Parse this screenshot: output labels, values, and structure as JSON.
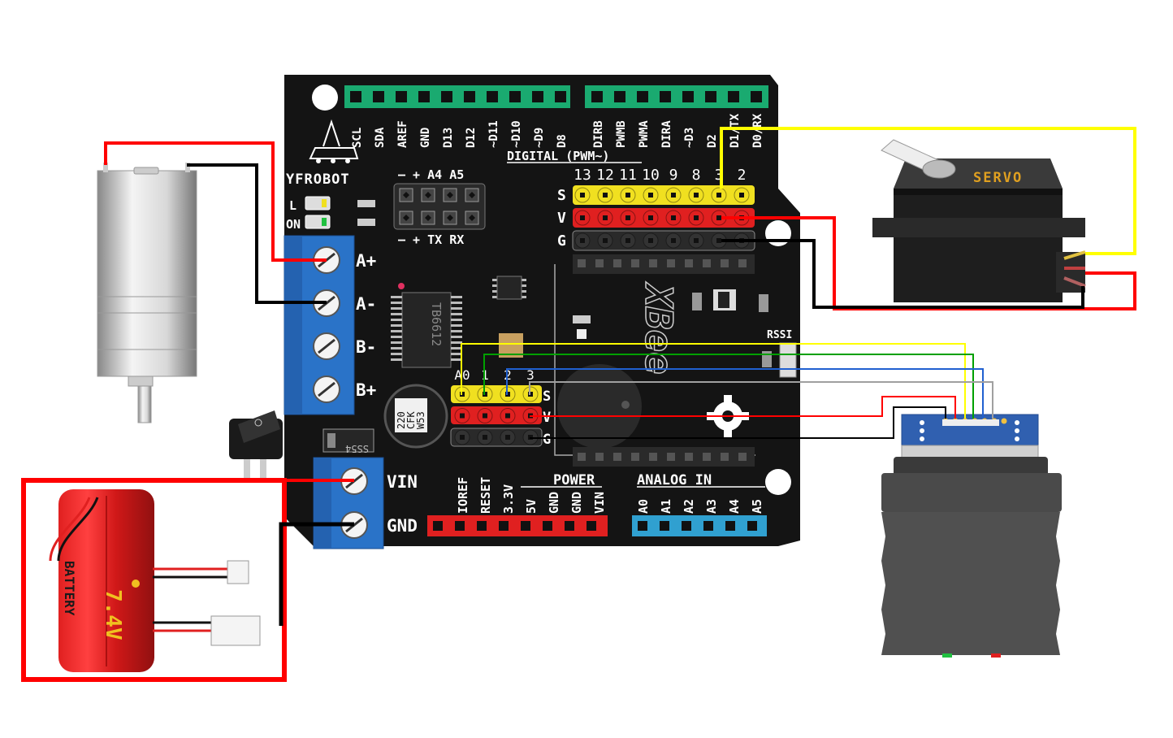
{
  "board": {
    "brand": "YFROBOT",
    "led_l": "L",
    "led_on": "ON",
    "top_header_left": [
      "SCL",
      "SDA",
      "AREF",
      "GND",
      "D13",
      "D12",
      "~D11",
      "~D10",
      "~D9",
      "D8"
    ],
    "top_header_right": [
      "DIRB",
      "PWMB",
      "PWMA",
      "DIRA",
      "~D3",
      "D2",
      "D1/TX",
      "D0/RX"
    ],
    "digital_label": "DIGITAL (PWM~)",
    "digital_numbers": [
      "13",
      "12",
      "11",
      "10",
      "9",
      "8",
      "3",
      "2"
    ],
    "row_s": "S",
    "row_v": "V",
    "row_g": "G",
    "isp_top": "— + A4 A5",
    "isp_bottom": "— + TX RX",
    "motor_terminals": [
      "A+",
      "A-",
      "B-",
      "B+"
    ],
    "power_terminals": [
      "VIN",
      "GND"
    ],
    "analog_numbers": [
      "A0",
      "1",
      "2",
      "3"
    ],
    "analog_s": "S",
    "analog_v": "V",
    "analog_g": "G",
    "driver_chip": "TB6612",
    "capacitor": [
      "220",
      "CFK",
      "W53"
    ],
    "diode": "SS54",
    "xbee": "XBee",
    "rssi": "RSSI",
    "power_label": "POWER",
    "power_pins": [
      "IOREF",
      "RESET",
      "3.3V",
      "5V",
      "GND",
      "GND",
      "VIN"
    ],
    "analog_label": "ANALOG IN",
    "analog_pins": [
      "A0",
      "A1",
      "A2",
      "A3",
      "A4",
      "A5"
    ]
  },
  "servo": {
    "label": "SERVO"
  },
  "battery": {
    "label": "BATTERY",
    "voltage": "7.4V"
  },
  "colors": {
    "board": "#141414",
    "wire_red": "#ff0000",
    "wire_black": "#000000",
    "wire_yellow": "#ffff00",
    "wire_green": "#00a000",
    "wire_blue": "#2060d0",
    "wire_gray": "#a0a0a0",
    "header_green": "#1aaa70",
    "header_red": "#e02020",
    "header_yellow": "#f0e020",
    "header_blue": "#30a0d0",
    "terminal_blue": "#2a73c8"
  }
}
